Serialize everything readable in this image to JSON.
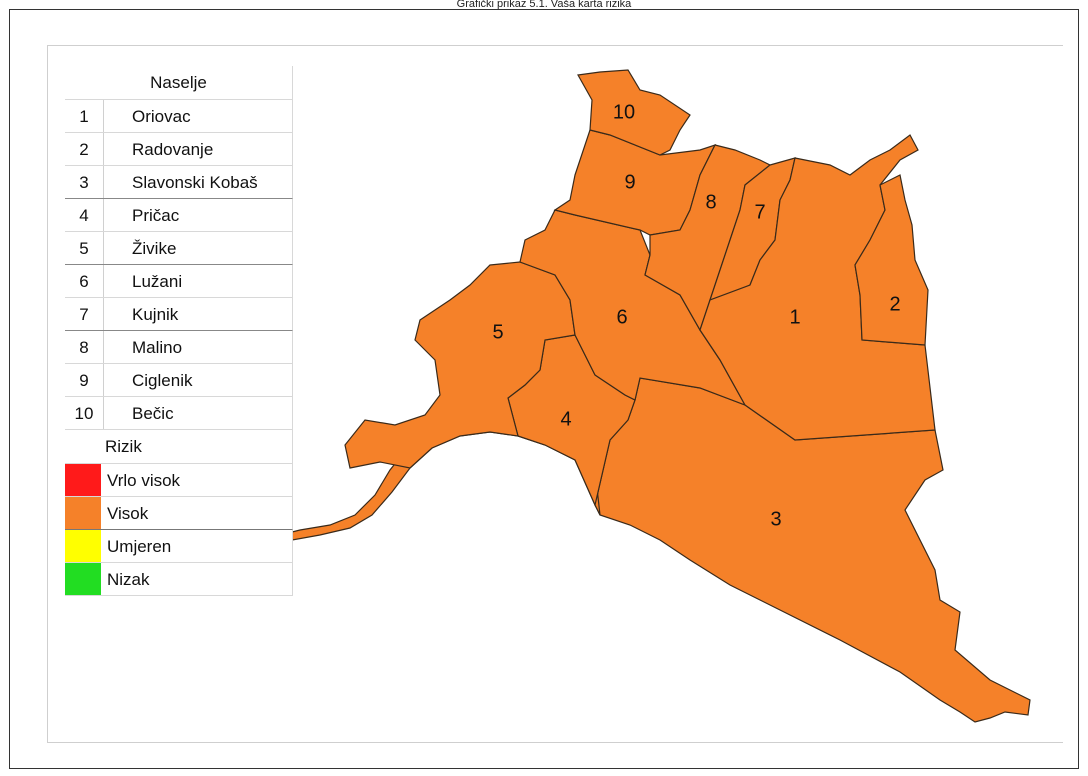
{
  "caption": "Grafički prikaz 5.1. Vaša karta rizika",
  "legend": {
    "settlement_header": "Naselje",
    "settlements": [
      {
        "num": "1",
        "name": "Oriovac"
      },
      {
        "num": "2",
        "name": "Radovanje"
      },
      {
        "num": "3",
        "name": "Slavonski Kobaš"
      },
      {
        "num": "4",
        "name": "Pričac"
      },
      {
        "num": "5",
        "name": "Živike"
      },
      {
        "num": "6",
        "name": "Lužani"
      },
      {
        "num": "7",
        "name": "Kujnik"
      },
      {
        "num": "8",
        "name": "Malino"
      },
      {
        "num": "9",
        "name": "Ciglenik"
      },
      {
        "num": "10",
        "name": "Bečic"
      }
    ],
    "risk_header": "Rizik",
    "risks": [
      {
        "label": "Vrlo visok",
        "color": "#ff1a1a"
      },
      {
        "label": "Visok",
        "color": "#f58129"
      },
      {
        "label": "Umjeren",
        "color": "#ffff00"
      },
      {
        "label": "Nizak",
        "color": "#22dd22"
      }
    ]
  },
  "map": {
    "region_color": "#f58129",
    "region_risk": "Visok",
    "region_labels": [
      "1",
      "2",
      "3",
      "4",
      "5",
      "6",
      "7",
      "8",
      "9",
      "10"
    ]
  }
}
